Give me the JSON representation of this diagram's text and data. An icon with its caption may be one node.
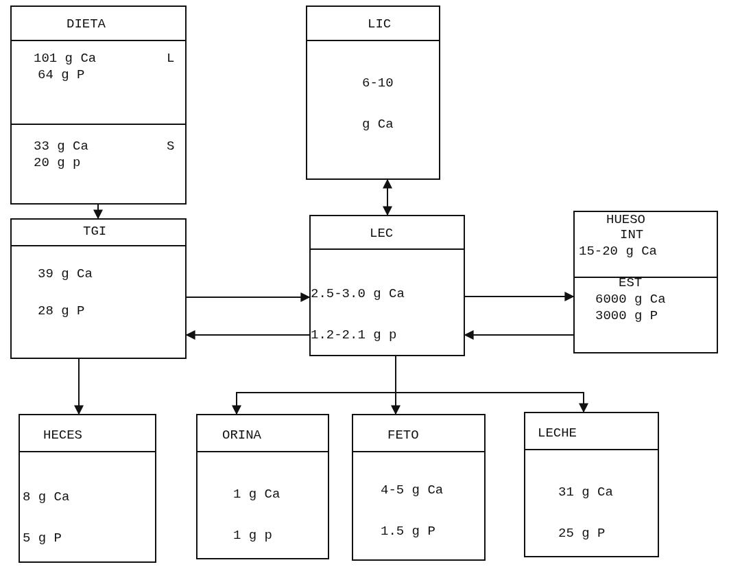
{
  "diagram": {
    "nodes": [
      {
        "text": [
          "DIETA",
          "101 g Ca",
          "L",
          "64 g P",
          "33 g Ca",
          "S",
          "20 g p"
        ]
      },
      {
        "text": [
          "LIC",
          "6-10",
          "g Ca"
        ]
      },
      {
        "text": [
          "TGI",
          "39 g Ca",
          "28 g P"
        ]
      },
      {
        "text": [
          "LEC",
          "2.5-3.0 g Ca",
          "1.2-2.1 g p"
        ]
      },
      {
        "text": [
          "HUESO",
          "INT",
          "15-20 g Ca",
          "EST",
          "6000 g Ca",
          "3000 g P"
        ]
      },
      {
        "text": [
          "HECES",
          "8 g Ca",
          "5 g P"
        ]
      },
      {
        "text": [
          "ORINA",
          "1 g Ca",
          "1 g p"
        ]
      },
      {
        "text": [
          "FETO",
          "4-5 g Ca",
          "1.5 g P"
        ]
      },
      {
        "text": [
          "LECHE",
          "31 g Ca",
          "25 g P"
        ]
      }
    ],
    "edges": [
      {
        "from": 0,
        "to": 2,
        "arrow": "to"
      },
      {
        "from": 3,
        "to": 1,
        "arrow": "both"
      },
      {
        "from": 2,
        "to": 3,
        "arrow": "to"
      },
      {
        "from": 3,
        "to": 2,
        "arrow": "to"
      },
      {
        "from": 3,
        "to": 4,
        "arrow": "to"
      },
      {
        "from": 4,
        "to": 3,
        "arrow": "to"
      },
      {
        "from": 2,
        "to": 5,
        "arrow": "to"
      },
      {
        "from": 3,
        "to": 6,
        "arrow": "to"
      },
      {
        "from": 3,
        "to": 7,
        "arrow": "to"
      },
      {
        "from": 3,
        "to": 8,
        "arrow": "to"
      }
    ]
  }
}
